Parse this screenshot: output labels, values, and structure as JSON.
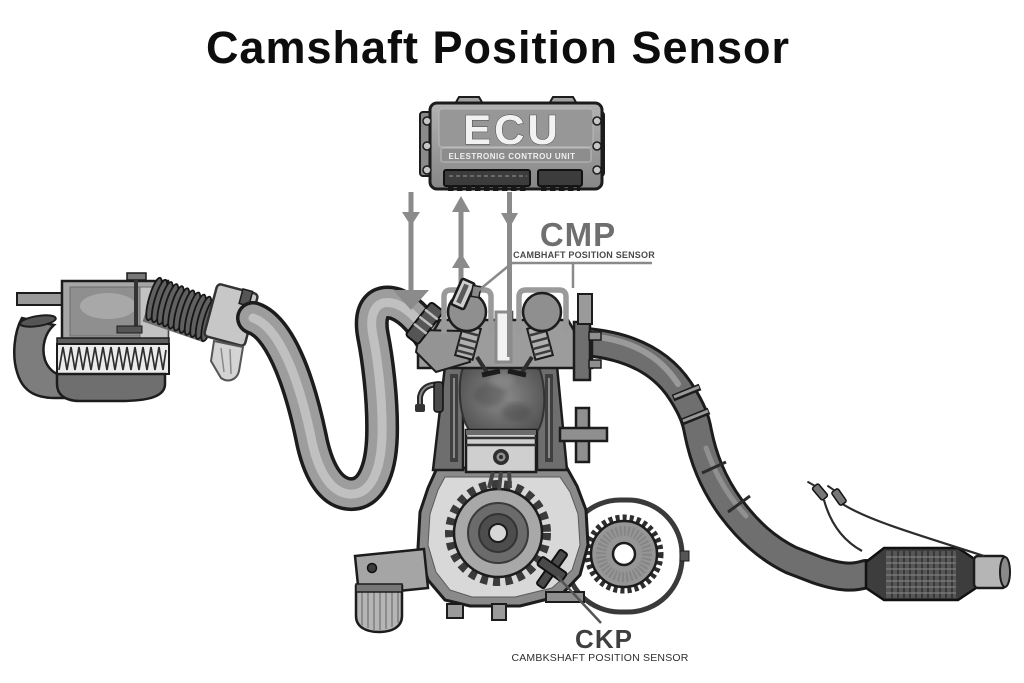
{
  "title": "Camshaft Position Sensor",
  "ecu": {
    "label": "ECU",
    "sublabel": "ELESTRONIG CONTROU UNIT"
  },
  "cmp": {
    "label": "CMP",
    "sublabel": "CAMBHAFT POSITION SENSOR"
  },
  "ckp": {
    "label": "CKP",
    "sublabel": "CAMBKSHAFT POSITION SENSOR"
  },
  "colors": {
    "background": "#ffffff",
    "title_text": "#0d0d0d",
    "ecu_body_gray": "#9b9b9b",
    "ecu_text_white": "#f2f2f2",
    "signal_arrow_gray": "#8b8b8b",
    "cmp_label_gray": "#6f6f6f",
    "ckp_label_gray": "#3f3f3f",
    "sublabel_dark": "#3a3a3a",
    "outline_dark": "#1c1c1c",
    "metal_mid": "#9d9d9d",
    "metal_light": "#c6c6c6",
    "metal_dark": "#555555"
  }
}
